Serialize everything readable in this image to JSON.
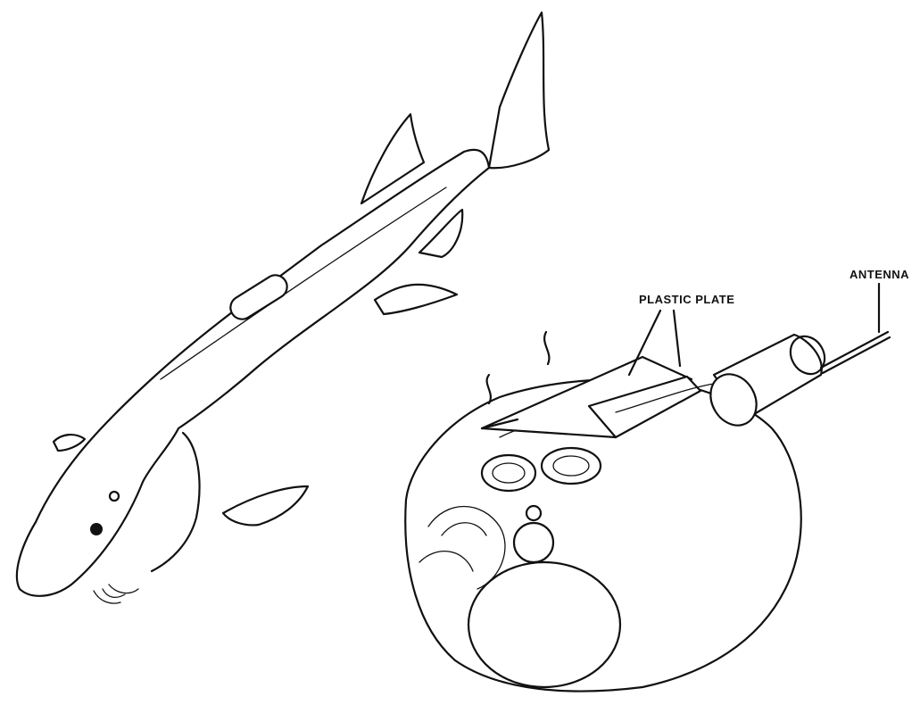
{
  "labels": {
    "plastic_plate": "PLASTIC PLATE",
    "antenna": "ANTENNA"
  },
  "colors": {
    "ink": "#111111",
    "paper": "#ffffff"
  },
  "icons": [
    "sturgeon-illustration",
    "transmitter-cross-section"
  ]
}
